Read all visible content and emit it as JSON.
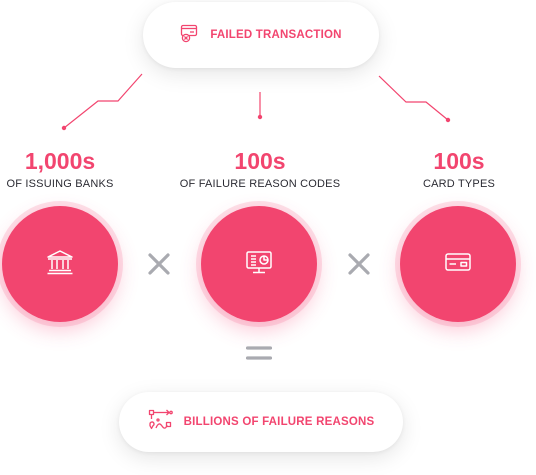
{
  "colors": {
    "accent": "#f2456f",
    "operator": "#a9aab0",
    "text": "#2b2b33"
  },
  "top_pill": {
    "icon": "failed-card-icon",
    "label": "FAILED TRANSACTION"
  },
  "factors": [
    {
      "value": "1,000s",
      "label": "OF ISSUING BANKS",
      "icon": "bank-icon"
    },
    {
      "value": "100s",
      "label": "OF FAILURE REASON CODES",
      "icon": "monitor-icon"
    },
    {
      "value": "100s",
      "label": "CARD TYPES",
      "icon": "credit-card-icon"
    }
  ],
  "operators": {
    "multiply": "×",
    "equals": "="
  },
  "bottom_pill": {
    "icon": "route-icon",
    "label": "BILLIONS OF FAILURE REASONS"
  }
}
